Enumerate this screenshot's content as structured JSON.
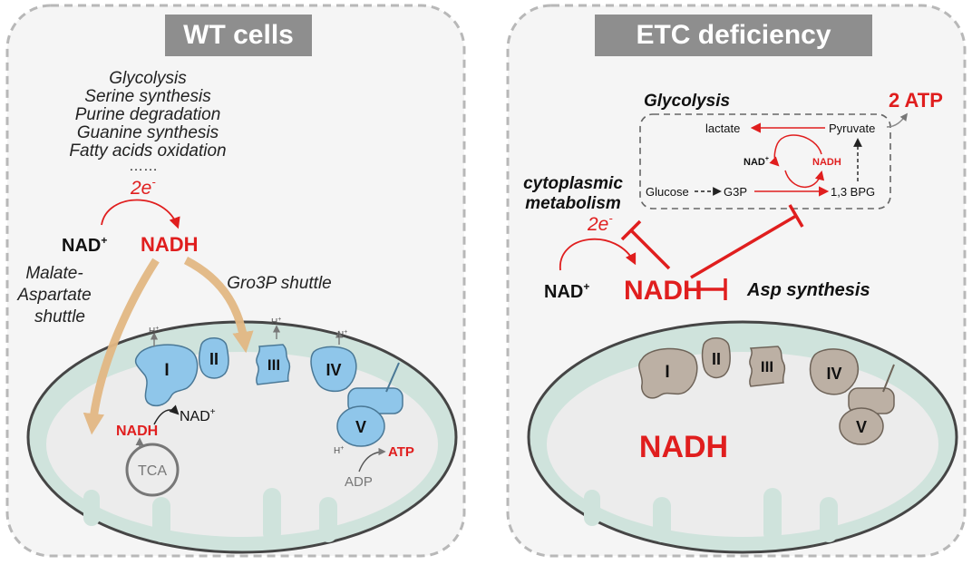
{
  "colors": {
    "red": "#e01e1e",
    "panel_fill": "#f5f5f5",
    "panel_border": "#b8b8b8",
    "title_bg": "#8e8e8e",
    "shuttle_arrow": "#e3b884",
    "membrane": "#cfe3dc",
    "matrix": "#ececec",
    "complex_blue": "#8fc6ea",
    "complex_tan": "#bcb0a4"
  },
  "left_panel": {
    "title": "WT cells",
    "pathways": [
      "Glycolysis",
      "Serine synthesis",
      "Purine degradation",
      "Guanine synthesis",
      "Fatty acids oxidation"
    ],
    "ellipsis": "……",
    "electrons": "2e",
    "electrons_sup": "-",
    "nad_plus": "NAD",
    "nad_plus_sup": "+",
    "nadh": "NADH",
    "malate_shuttle": [
      "Malate-",
      "Aspartate",
      "shuttle"
    ],
    "gro3p_shuttle": "Gro3P shuttle",
    "complexes": [
      "I",
      "II",
      "III",
      "IV",
      "V"
    ],
    "proton": "H",
    "proton_sup": "+",
    "matrix_nadh": "NADH",
    "matrix_nad": "NAD",
    "matrix_nad_sup": "+",
    "tca": "TCA",
    "atp": "ATP",
    "adp": "ADP"
  },
  "right_panel": {
    "title": "ETC deficiency",
    "glycolysis_title": "Glycolysis",
    "atp_yield": "2 ATP",
    "lactate": "lactate",
    "pyruvate": "Pyruvate",
    "glyc_nad": "NAD",
    "glyc_nad_sup": "+",
    "glyc_nadh": "NADH",
    "glucose": "Glucose",
    "g3p": "G3P",
    "bpg": "1,3 BPG",
    "cyto_metabolism": [
      "cytoplasmic",
      "metabolism"
    ],
    "electrons": "2e",
    "electrons_sup": "-",
    "nad_plus": "NAD",
    "nad_plus_sup": "+",
    "nadh": "NADH",
    "asp_synthesis": "Asp synthesis",
    "complexes": [
      "I",
      "II",
      "III",
      "IV",
      "V"
    ],
    "matrix_nadh": "NADH"
  }
}
